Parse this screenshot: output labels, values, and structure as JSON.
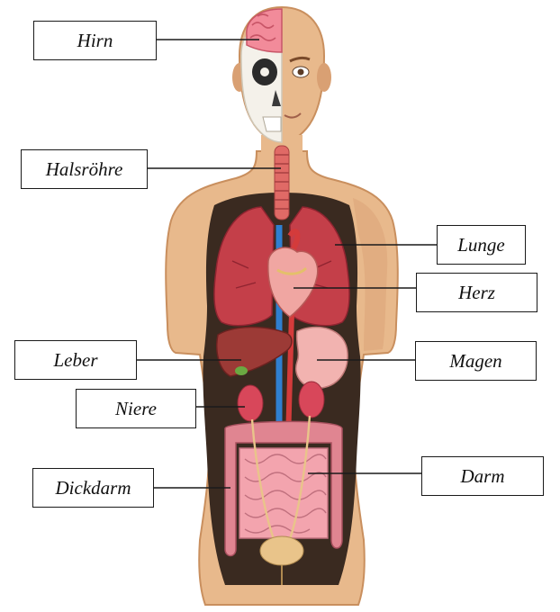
{
  "colors": {
    "skin": "#e8b98c",
    "skin_shadow": "#c98f5e",
    "cavity": "#3a2a20",
    "lung": "#c43f49",
    "heart": "#f0a6a2",
    "liver": "#9c3a36",
    "stomach": "#f2b3b0",
    "kidney": "#d8475a",
    "intestine": "#f3a4ae",
    "large_intestine": "#e08591",
    "vessel_blue": "#2f7fd0",
    "vessel_red": "#d43b3b",
    "brain": "#f28b9a",
    "skull": "#f4f1ea",
    "trachea": "#e06a66",
    "bladder": "#e9c48a"
  },
  "labels": {
    "hirn": "Hirn",
    "halsroehre": "Halsröhre",
    "lunge": "Lunge",
    "herz": "Herz",
    "leber": "Leber",
    "magen": "Magen",
    "niere": "Niere",
    "dickdarm": "Dickdarm",
    "darm": "Darm"
  }
}
